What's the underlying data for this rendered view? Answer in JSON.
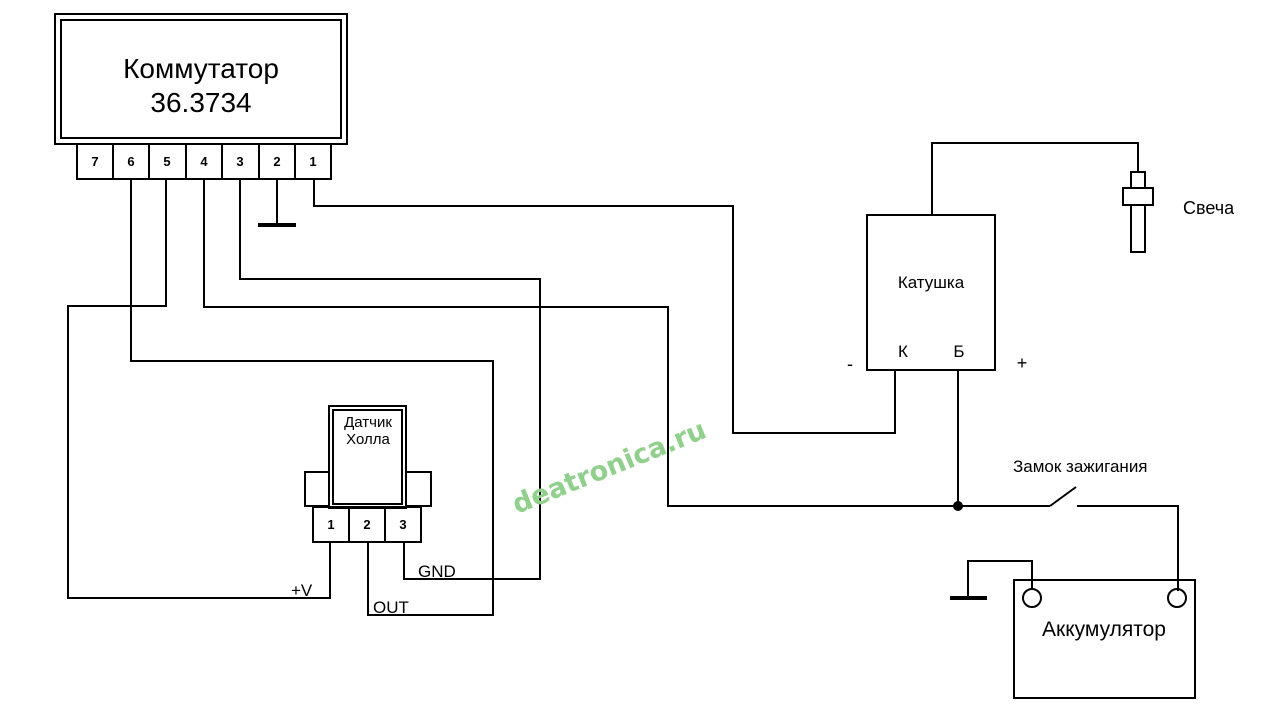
{
  "commutator": {
    "title": "Коммутатор",
    "model": "36.3734",
    "pins": [
      "7",
      "6",
      "5",
      "4",
      "3",
      "2",
      "1"
    ]
  },
  "hall_sensor": {
    "title_line1": "Датчик",
    "title_line2": "Холла",
    "pins": [
      "1",
      "2",
      "3"
    ]
  },
  "labels": {
    "plus_v": "+V",
    "out": "OUT",
    "gnd": "GND"
  },
  "coil": {
    "title": "Катушка",
    "terminal_k": "К",
    "terminal_b": "Б",
    "minus": "-",
    "plus": "+"
  },
  "spark_plug": {
    "label": "Свеча"
  },
  "ignition_switch": {
    "label": "Замок зажигания"
  },
  "battery": {
    "label": "Аккумулятор"
  },
  "watermark": {
    "text": "deatronica.ru",
    "color": "#8fd18a"
  },
  "colors": {
    "line": "#000000",
    "background": "#ffffff"
  }
}
